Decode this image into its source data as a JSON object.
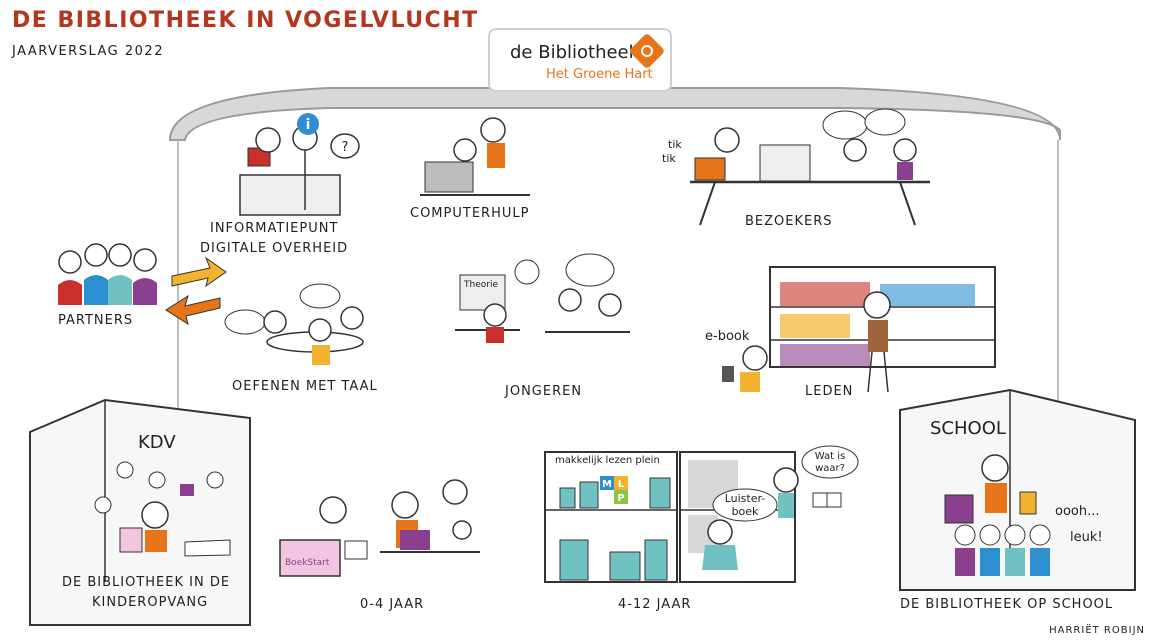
{
  "header": {
    "title": "DE BIBLIOTHEEK IN VOGELVLUCHT",
    "subtitle": "JAARVERSLAG 2022"
  },
  "logo": {
    "name": "de Bibliotheek",
    "subname": "Het Groene Hart"
  },
  "sections": {
    "infopunt_line1": "INFORMATIEPUNT",
    "infopunt_line2": "DIGITALE OVERHEID",
    "computerhulp": "COMPUTERHULP",
    "bezoekers": "BEZOEKERS",
    "partners": "PARTNERS",
    "oefenen": "OEFENEN MET TAAL",
    "jongeren": "JONGEREN",
    "leden": "LEDEN",
    "kdv_heading": "KDV",
    "kinderopvang_line1": "DE BIBLIOTHEEK IN DE",
    "kinderopvang_line2": "KINDEROPVANG",
    "jaar_0_4": "0-4 JAAR",
    "jaar_4_12": "4-12 JAAR",
    "school_heading": "SCHOOL",
    "op_school": "DE BIBLIOTHEEK OP SCHOOL"
  },
  "annotations": {
    "tik1": "tik",
    "tik2": "tik",
    "question": "?",
    "info": "i",
    "theorie": "Theorie",
    "ebook": "e-book",
    "makkelijk": "makkelijk lezen plein",
    "mlp_m": "M",
    "mlp_l": "L",
    "mlp_p": "P",
    "luisterboek_1": "Luister-",
    "luisterboek_2": "boek",
    "watiswaar_1": "Wat is",
    "watiswaar_2": "waar?",
    "boekstart": "BoekStart",
    "oooh": "oooh...",
    "leuk": "leuk!",
    "credit": "HARRIËT ROBIJN"
  },
  "colors": {
    "title": "#b3361f",
    "orange": "#e8741a",
    "teal": "#6fc2c1",
    "purple": "#8a3f8f",
    "blue": "#2d8fd0",
    "red": "#c9302c",
    "yellow": "#f2b32e",
    "grey": "#cfcfcf"
  }
}
